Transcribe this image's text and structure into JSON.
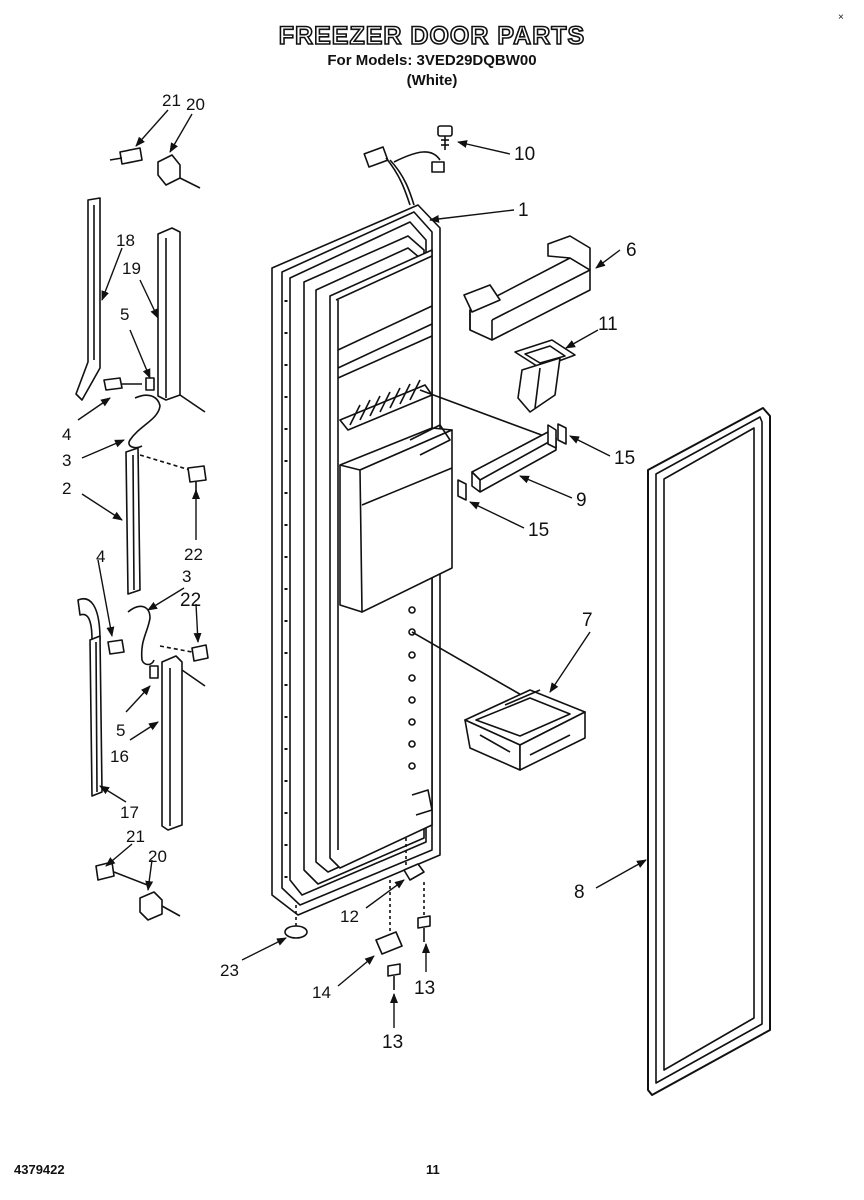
{
  "header": {
    "title": "FREEZER DOOR PARTS",
    "models_line": "For Models: 3VED29DQBW00",
    "variant": "(White)"
  },
  "footer": {
    "part_number": "4379422",
    "page_number": "11",
    "corner_mark": "×"
  },
  "callouts": [
    {
      "id": "c21a",
      "label": "21"
    },
    {
      "id": "c20a",
      "label": "20"
    },
    {
      "id": "c18",
      "label": "18"
    },
    {
      "id": "c19",
      "label": "19"
    },
    {
      "id": "c5a",
      "label": "5"
    },
    {
      "id": "c4a",
      "label": "4"
    },
    {
      "id": "c3a",
      "label": "3"
    },
    {
      "id": "c2",
      "label": "2"
    },
    {
      "id": "c22a",
      "label": "22"
    },
    {
      "id": "c4b",
      "label": "4"
    },
    {
      "id": "c3b",
      "label": "3"
    },
    {
      "id": "c22b",
      "label": "22"
    },
    {
      "id": "c5b",
      "label": "5"
    },
    {
      "id": "c16",
      "label": "16"
    },
    {
      "id": "c17",
      "label": "17"
    },
    {
      "id": "c21b",
      "label": "21"
    },
    {
      "id": "c20b",
      "label": "20"
    },
    {
      "id": "c23",
      "label": "23"
    },
    {
      "id": "c10",
      "label": "10"
    },
    {
      "id": "c1",
      "label": "1"
    },
    {
      "id": "c6",
      "label": "6"
    },
    {
      "id": "c11",
      "label": "11"
    },
    {
      "id": "c15a",
      "label": "15"
    },
    {
      "id": "c9",
      "label": "9"
    },
    {
      "id": "c15b",
      "label": "15"
    },
    {
      "id": "c7",
      "label": "7"
    },
    {
      "id": "c8",
      "label": "8"
    },
    {
      "id": "c12",
      "label": "12"
    },
    {
      "id": "c14",
      "label": "14"
    },
    {
      "id": "c13a",
      "label": "13"
    },
    {
      "id": "c13b",
      "label": "13"
    }
  ]
}
